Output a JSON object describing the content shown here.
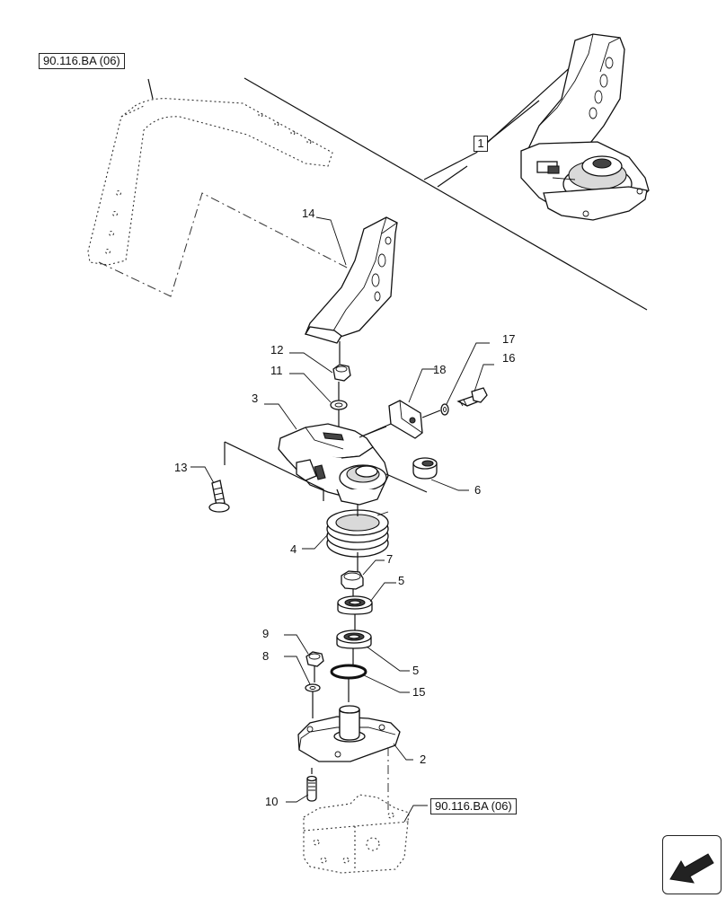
{
  "references": {
    "top": "90.116.BA (06)",
    "bottom": "90.116.BA (06)"
  },
  "callout": "1",
  "parts": [
    {
      "key": "p14",
      "label": "14"
    },
    {
      "key": "p12",
      "label": "12"
    },
    {
      "key": "p11",
      "label": "11"
    },
    {
      "key": "p3",
      "label": "3"
    },
    {
      "key": "p13",
      "label": "13"
    },
    {
      "key": "p18",
      "label": "18"
    },
    {
      "key": "p17",
      "label": "17"
    },
    {
      "key": "p16",
      "label": "16"
    },
    {
      "key": "p6",
      "label": "6"
    },
    {
      "key": "p4",
      "label": "4"
    },
    {
      "key": "p7",
      "label": "7"
    },
    {
      "key": "p5a",
      "label": "5"
    },
    {
      "key": "p5b",
      "label": "5"
    },
    {
      "key": "p9",
      "label": "9"
    },
    {
      "key": "p8",
      "label": "8"
    },
    {
      "key": "p15",
      "label": "15"
    },
    {
      "key": "p2",
      "label": "2"
    },
    {
      "key": "p10",
      "label": "10"
    }
  ],
  "nav": {
    "icon": "arrow-down-left-icon"
  }
}
